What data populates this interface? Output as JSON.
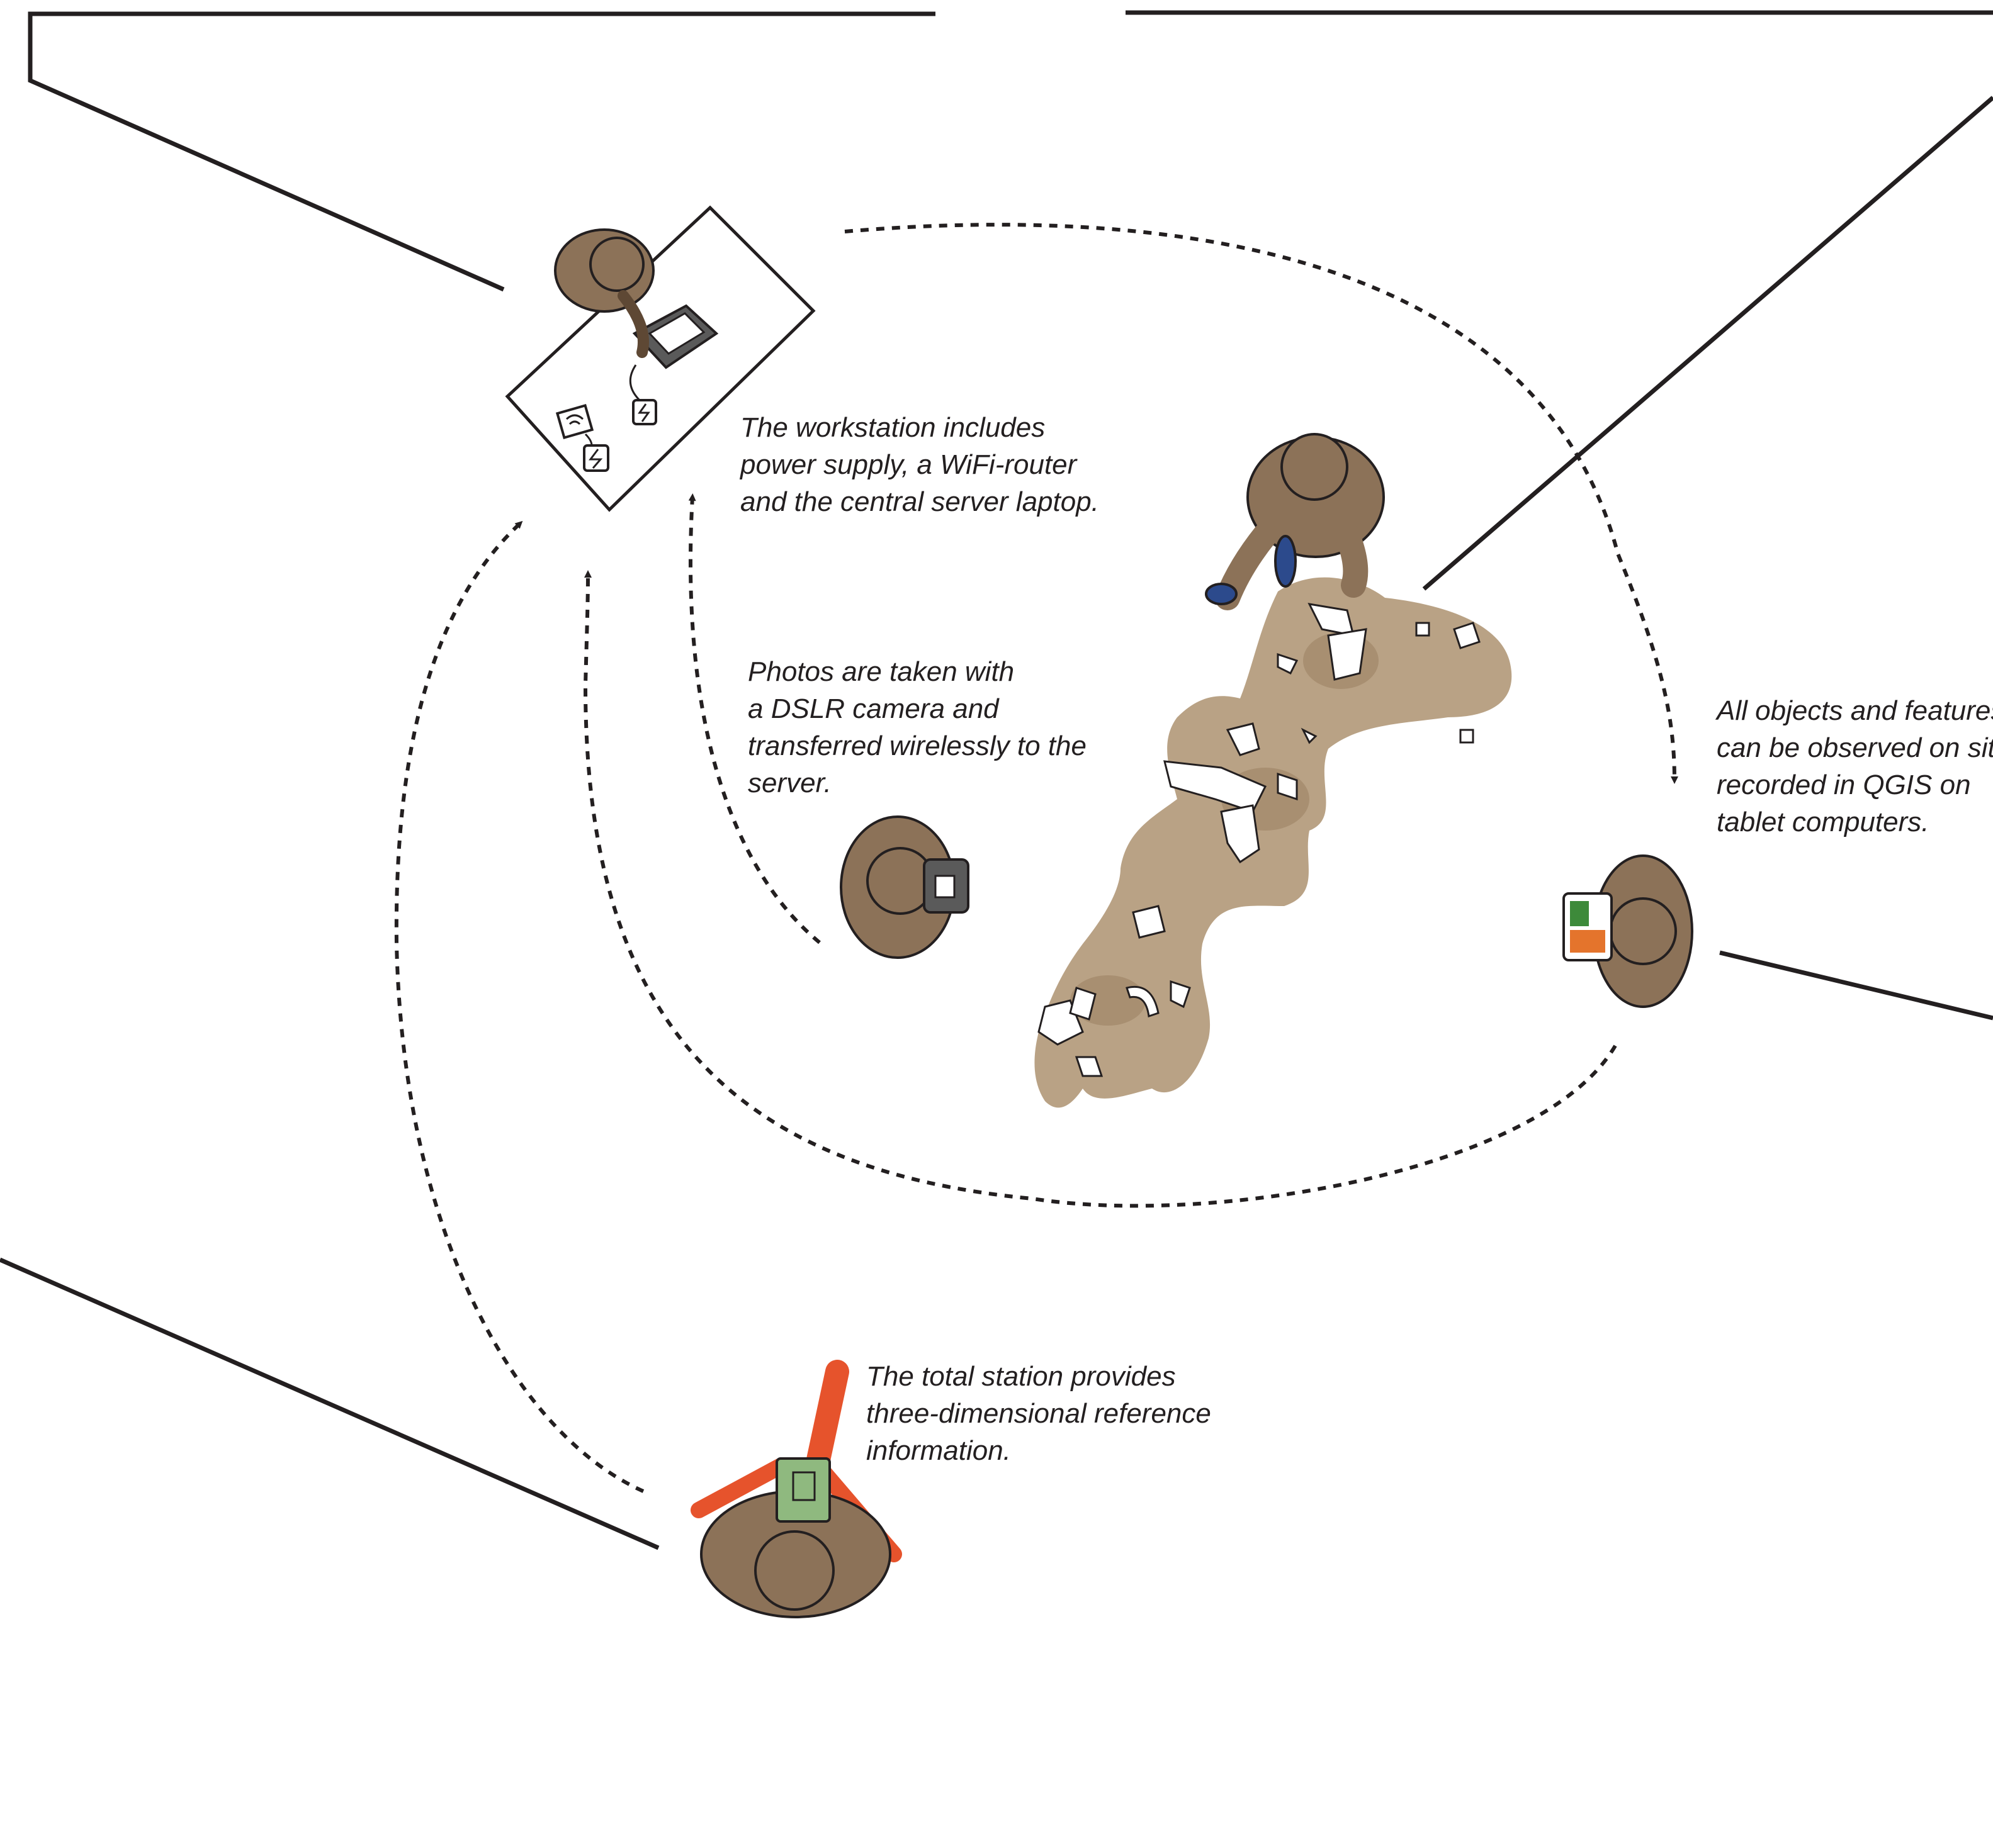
{
  "captions": {
    "workstation": [
      "The workstation includes",
      "power supply, a WiFi-router",
      "and the central server laptop."
    ],
    "dslr": [
      "Photos are taken with",
      "a DSLR camera and",
      "transferred wirelessly to the",
      "server."
    ],
    "tablet": [
      "All objects and features",
      "can be observed on site",
      "recorded in QGIS on",
      "tablet computers."
    ],
    "total_station": [
      "The total station provides",
      "three-dimensional reference",
      "information."
    ]
  },
  "colors": {
    "line": "#231f20",
    "skin": "#8c7258",
    "skin_dark": "#5e4834",
    "find_area": "#b9a285",
    "find_area_dark": "#9a7f60",
    "boot": "#2c4a8c",
    "total_station_red": "#e6532c",
    "total_station_green": "#8fb97f",
    "tablet_orange": "#e4742c",
    "tablet_green": "#3d8a3a",
    "device_gray": "#5a5a5a"
  }
}
